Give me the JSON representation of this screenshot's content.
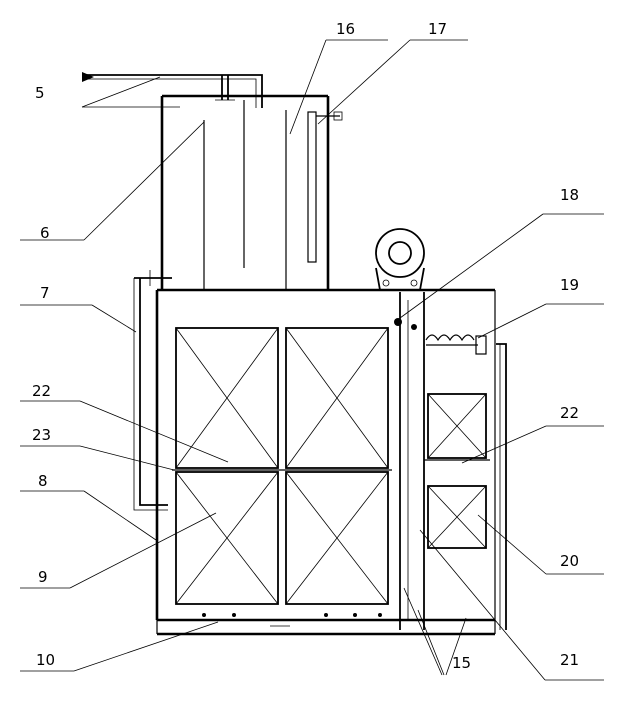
{
  "labels": {
    "l5": "5",
    "l6": "6",
    "l7": "7",
    "l8": "8",
    "l9": "9",
    "l10": "10",
    "l15": "15",
    "l16": "16",
    "l17": "17",
    "l18": "18",
    "l19": "19",
    "l20": "20",
    "l21": "21",
    "l22a": "22",
    "l22b": "22",
    "l23": "23"
  }
}
